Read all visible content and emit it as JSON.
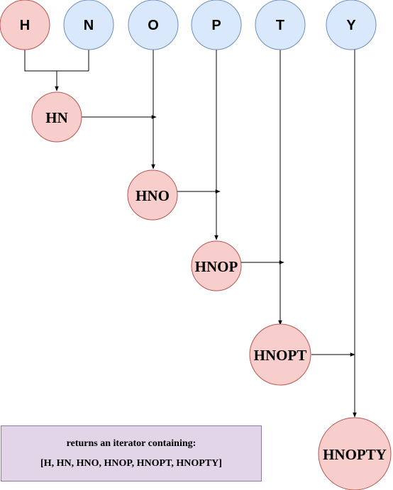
{
  "colors": {
    "pink_fill": "#f8cecc",
    "pink_stroke": "#b85450",
    "blue_fill": "#dae8fc",
    "blue_stroke": "#6c8ebf",
    "note_fill": "#e1d5e7",
    "note_stroke": "#9673a6"
  },
  "inputs": {
    "h": "H",
    "n": "N",
    "o": "O",
    "p": "P",
    "t": "T",
    "y": "Y"
  },
  "results": {
    "hn": "HN",
    "hno": "HNO",
    "hnop": "HNOP",
    "hnopt": "HNOPT",
    "hnopty": "HNOPTY"
  },
  "note": {
    "line1": "returns an iterator containing:",
    "line2": "[H, HN, HNO, HNOP, HNOPT, HNOPTY]"
  }
}
